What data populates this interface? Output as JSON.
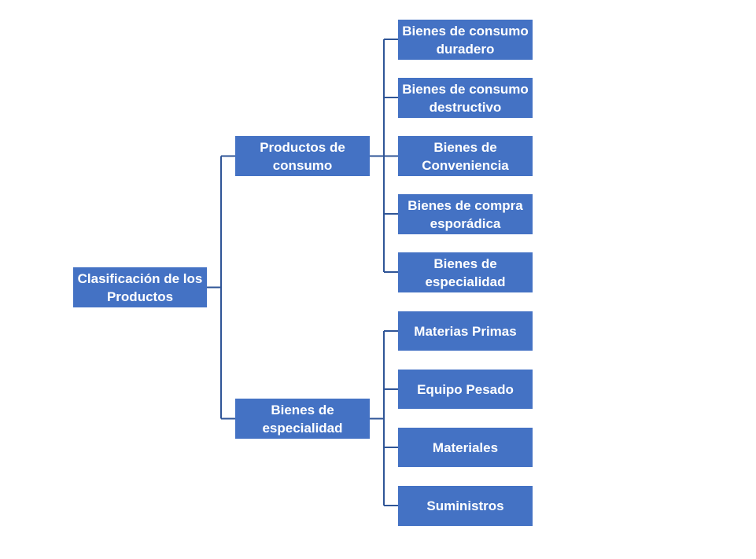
{
  "colors": {
    "node_fill": "#4472c4",
    "node_text": "#ffffff",
    "connector": "#2f5597"
  },
  "root": {
    "label": "Clasificación de los Productos"
  },
  "branches": [
    {
      "label": "Productos de consumo",
      "children": [
        "Bienes de consumo duradero",
        "Bienes de consumo destructivo",
        "Bienes de Conveniencia",
        "Bienes de compra esporádica",
        "Bienes de especialidad"
      ]
    },
    {
      "label": "Bienes de especialidad",
      "children": [
        "Materias Primas",
        "Equipo Pesado",
        "Materiales",
        "Suministros"
      ]
    }
  ]
}
